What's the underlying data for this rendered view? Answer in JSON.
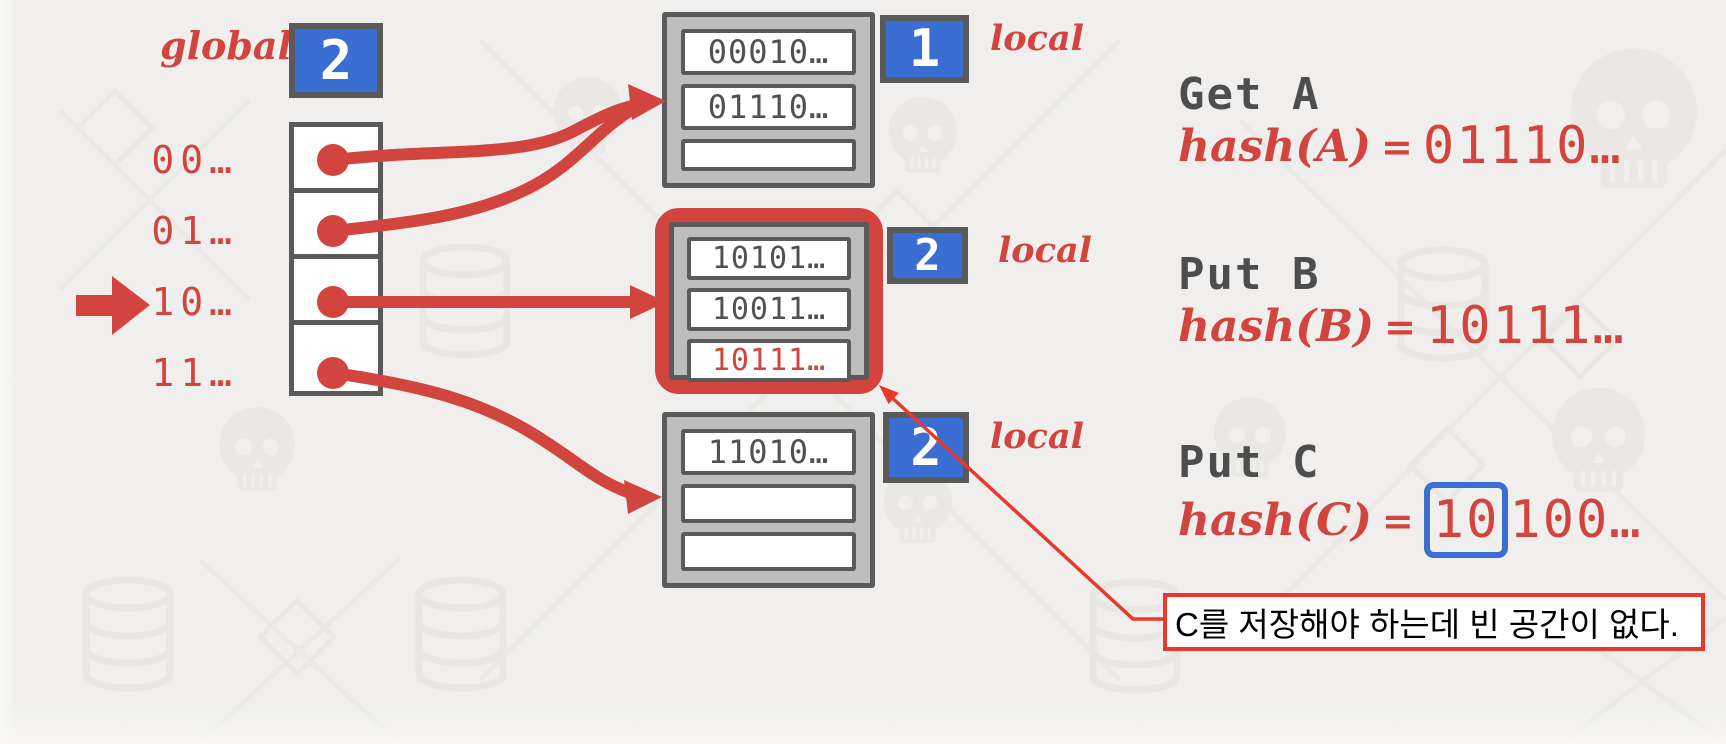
{
  "diagram": {
    "global": {
      "label": "global",
      "depth": "2"
    },
    "directory": {
      "entries": [
        "00…",
        "01…",
        "10…",
        "11…"
      ],
      "pointer_index": 2,
      "pointer_entry": "10…"
    },
    "buckets": [
      {
        "name": "bucket-1",
        "local_depth": "1",
        "local_label": "local",
        "slots": [
          "00010…",
          "01110…",
          ""
        ],
        "highlighted": false
      },
      {
        "name": "bucket-2",
        "local_depth": "2",
        "local_label": "local",
        "slots": [
          "10101…",
          "10011…",
          "10111…"
        ],
        "highlighted": true,
        "overflow_slot": "10111…"
      },
      {
        "name": "bucket-3",
        "local_depth": "2",
        "local_label": "local",
        "slots": [
          "11010…",
          "",
          ""
        ],
        "highlighted": false
      }
    ],
    "operations": [
      {
        "title": "Get A",
        "fn": "hash(A)",
        "eq": "=",
        "value": "01110…"
      },
      {
        "title": "Put B",
        "fn": "hash(B)",
        "eq": "=",
        "value": "10111…"
      },
      {
        "title": "Put C",
        "fn": "hash(C)",
        "eq": "=",
        "value_boxed": "10",
        "value_rest": "100…"
      }
    ],
    "note": {
      "text": "C를 저장해야 하는데 빈 공간이 없다."
    },
    "colors": {
      "red": "#d2453e",
      "annotation_red": "#e8392b",
      "blue": "#3b6ed2",
      "border_dark": "#5a5a5a",
      "bucket_gray": "#bdbdbd",
      "title_gray": "#4d4d4d",
      "background": "#f0efed"
    },
    "watermark_icons": [
      "database-icon",
      "skull-icon",
      "diamond-icon",
      "cross-lines-icon"
    ]
  }
}
